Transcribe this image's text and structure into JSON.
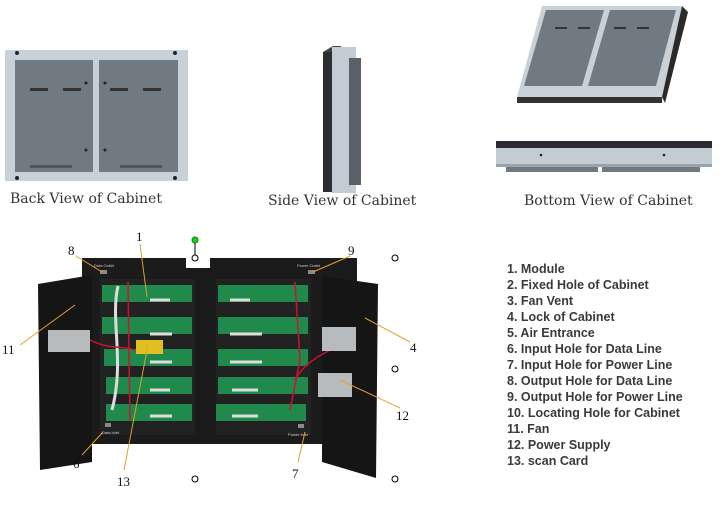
{
  "views": {
    "back": "Back View of Cabinet",
    "side": "Side View of Cabinet",
    "bottom": "Bottom View of Cabinet"
  },
  "cabinet_labels": {
    "data_outlet": "Data Outlet",
    "power_outlet": "Power Outlet",
    "data_inlet": "Data Inlet",
    "power_inlet": "Power Inlet"
  },
  "callouts": [
    "1",
    "4",
    "6",
    "7",
    "8",
    "9",
    "11",
    "12",
    "13"
  ],
  "legend": [
    "1. Module",
    "2. Fixed Hole of Cabinet",
    "3. Fan Vent",
    "4. Lock of Cabinet",
    "5. Air Entrance",
    "6. Input Hole for Data Line",
    "7. Input Hole for Power Line",
    "8. Output Hole for Data  Line",
    "9. Output Hole for Power Line",
    "10. Locating Hole for Cabinet",
    "11. Fan",
    "12. Power Supply",
    "13. scan Card"
  ],
  "colors": {
    "leader": "#e0a030",
    "frame": "#c9d1d8",
    "panel": "#6f7a82",
    "cabinet": "#1b1b1b",
    "module": "#1f8a4c"
  }
}
